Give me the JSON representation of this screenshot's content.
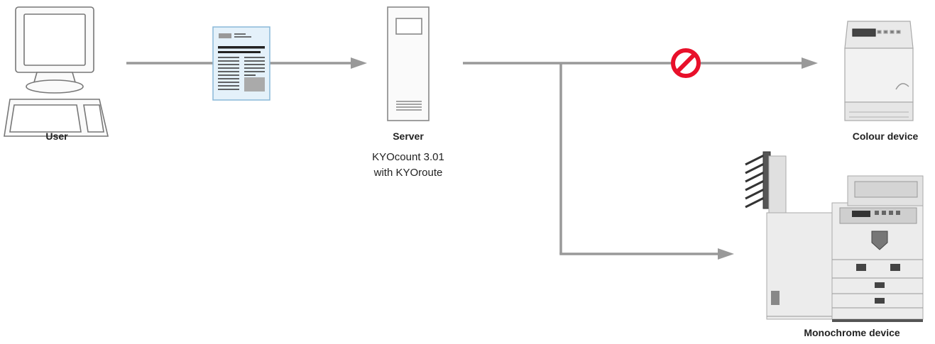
{
  "nodes": {
    "user": {
      "label": "User"
    },
    "server": {
      "label": "Server",
      "software_line1": "KYOcount 3.01",
      "software_line2": "with KYOroute"
    },
    "colour_device": {
      "label": "Colour device",
      "status": "blocked"
    },
    "mono_device": {
      "label": "Monochrome device",
      "status": "allowed"
    }
  },
  "colors": {
    "connector": "#999999",
    "blocked_symbol": "#e8102a",
    "document_bg": "#e4f1fa",
    "document_border": "#8ab8d8",
    "outline": "#888888"
  }
}
